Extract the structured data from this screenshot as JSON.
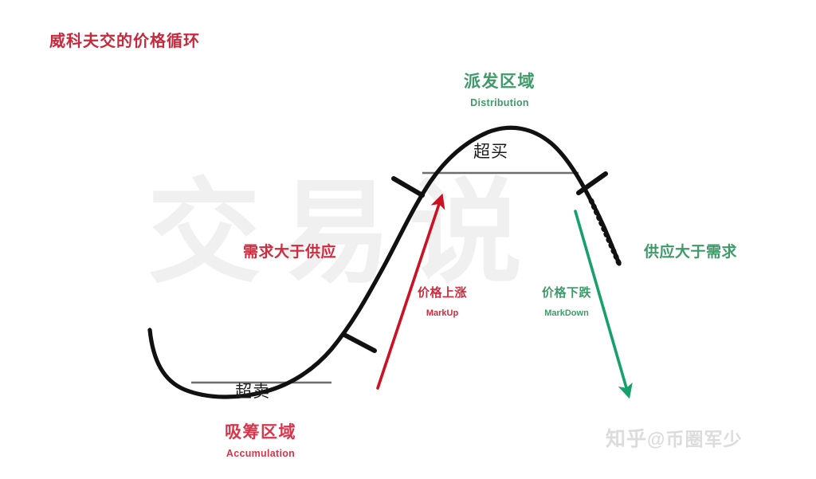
{
  "title": "威科夫交的价格循环",
  "zones": {
    "distribution": {
      "cn": "派发区域",
      "en": "Distribution",
      "color": "#3f9a6a"
    },
    "accumulation": {
      "cn": "吸筹区域",
      "en": "Accumulation",
      "color": "#d8354a"
    }
  },
  "levels": {
    "overbought": "超买",
    "oversold": "超卖",
    "line_color": "#6e6e6e"
  },
  "statements": {
    "demand": "需求大于供应",
    "supply": "供应大于需求"
  },
  "phases": {
    "markup": {
      "cn": "价格上涨",
      "en": "MarkUp",
      "color": "#cc1122"
    },
    "markdown": {
      "cn": "价格下跌",
      "en": "MarkDown",
      "color": "#16a06a"
    }
  },
  "watermarks": {
    "center": "交易说",
    "corner_brand": "知乎",
    "corner_handle": "@币圈军少"
  },
  "chart_data": {
    "type": "line",
    "title": "威科夫交的价格循环",
    "xlabel": "",
    "ylabel": "",
    "grid": false,
    "legend_position": "none",
    "series": [
      {
        "name": "price-cycle-curve",
        "color": "#111111",
        "x": [
          188,
          200,
          214,
          232,
          255,
          283,
          312,
          342,
          372,
          400,
          425,
          447,
          466,
          484,
          500,
          516,
          534,
          554,
          576,
          600,
          624,
          650,
          676,
          700,
          720,
          738,
          754,
          766,
          775,
          779
        ],
        "y": [
          416,
          436,
          456,
          472,
          484,
          492,
          495,
          492,
          482,
          466,
          444,
          418,
          390,
          360,
          330,
          300,
          268,
          238,
          212,
          190,
          173,
          162,
          160,
          168,
          186,
          212,
          244,
          280,
          312,
          330
        ]
      }
    ],
    "annotations": [
      {
        "name": "oversold-line",
        "type": "hline",
        "label": "超卖",
        "x1": 240,
        "x2": 415,
        "y": 480,
        "color": "#6e6e6e"
      },
      {
        "name": "overbought-line",
        "type": "hline",
        "label": "超买",
        "x1": 530,
        "x2": 725,
        "y": 217,
        "color": "#6e6e6e"
      },
      {
        "name": "markup-arrow",
        "type": "arrow",
        "label": "价格上涨 / MarkUp",
        "x1": 474,
        "y1": 486,
        "x2": 553,
        "y2": 250,
        "color": "#cc1122"
      },
      {
        "name": "markdown-arrow",
        "type": "arrow",
        "label": "价格下跌 / MarkDown",
        "x1": 722,
        "y1": 265,
        "x2": 789,
        "y2": 493,
        "color": "#16a06a"
      },
      {
        "name": "cross-tick-accumulation-exit",
        "type": "cross",
        "x": 450,
        "y": 429,
        "color": "#111111"
      },
      {
        "name": "cross-tick-markup-end",
        "type": "cross",
        "x": 511,
        "y": 234,
        "color": "#111111"
      },
      {
        "name": "cross-tick-distribution-exit",
        "type": "cross",
        "x": 742,
        "y": 230,
        "color": "#111111"
      }
    ]
  }
}
